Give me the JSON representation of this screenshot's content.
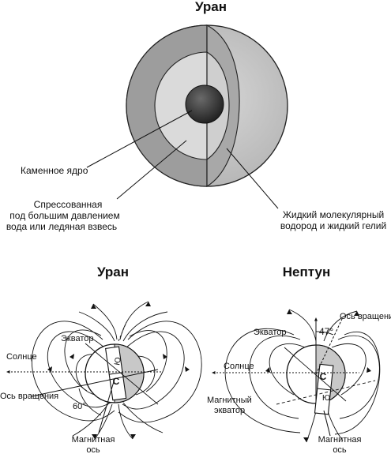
{
  "top": {
    "title": "Уран",
    "labels": {
      "core": "Каменное ядро",
      "mantle_line1": "Спрессованная",
      "mantle_line2": "под большим давлением",
      "mantle_line3": "вода или ледяная взвесь",
      "envelope_line1": "Жидкий молекулярный",
      "envelope_line2": "водород и жидкий гелий"
    },
    "colors": {
      "outer": "#9a9a9a",
      "outer_light": "#d2d2d2",
      "mantle": "#d8d8d8",
      "core": "#3a3a3a"
    }
  },
  "uranus_field": {
    "title": "Уран",
    "labels": {
      "sun": "Солнце",
      "equator": "Экватор",
      "rotation_axis": "Ось вращения",
      "angle": "60°",
      "magnetic_axis_line1": "Магнитная",
      "magnetic_axis_line2": "ось",
      "pole_south": "Ю",
      "pole_north": "С"
    }
  },
  "neptune_field": {
    "title": "Нептун",
    "labels": {
      "sun": "Солнце",
      "equator": "Экватор",
      "rotation_axis": "Ось вращения",
      "angle": "47°",
      "magnetic_equator_line1": "Магнитный",
      "magnetic_equator_line2": "экватор",
      "magnetic_axis_line1": "Магнитная",
      "magnetic_axis_line2": "ось",
      "pole_north": "С",
      "pole_south": "Ю"
    }
  }
}
